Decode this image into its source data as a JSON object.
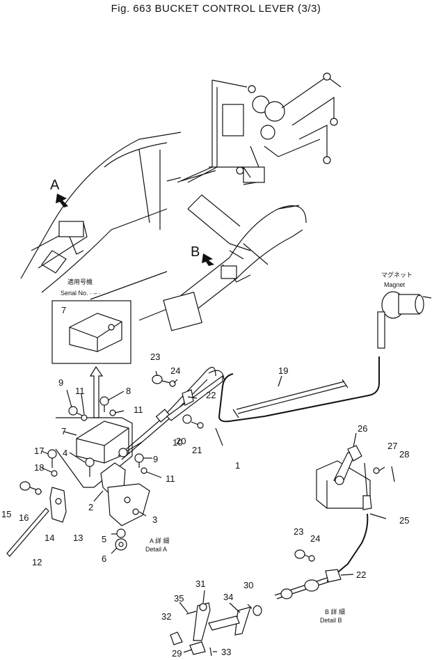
{
  "title": "Fig. 663  BUCKET CONTROL LEVER (3/3)",
  "detail_labels": {
    "a_marker": "A",
    "b_marker": "B",
    "detail_a_jp": "A 詳 細",
    "detail_a": "Detail A",
    "detail_b_jp": "B 詳 細",
    "detail_b": "Detail B",
    "magnet_jp": "マグネット",
    "magnet": "Magnet",
    "serial_jp": "適用号機",
    "serial": "Serial No.  ·  –  ·"
  },
  "callouts": [
    "1",
    "2",
    "3",
    "4",
    "5",
    "6",
    "7",
    "7",
    "8",
    "9",
    "9",
    "10",
    "11",
    "11",
    "11",
    "12",
    "13",
    "14",
    "15",
    "16",
    "17",
    "18",
    "19",
    "20",
    "21",
    "22",
    "22",
    "23",
    "23",
    "24",
    "24",
    "25",
    "26",
    "27",
    "28",
    "29",
    "30",
    "31",
    "32",
    "33",
    "34",
    "35"
  ]
}
